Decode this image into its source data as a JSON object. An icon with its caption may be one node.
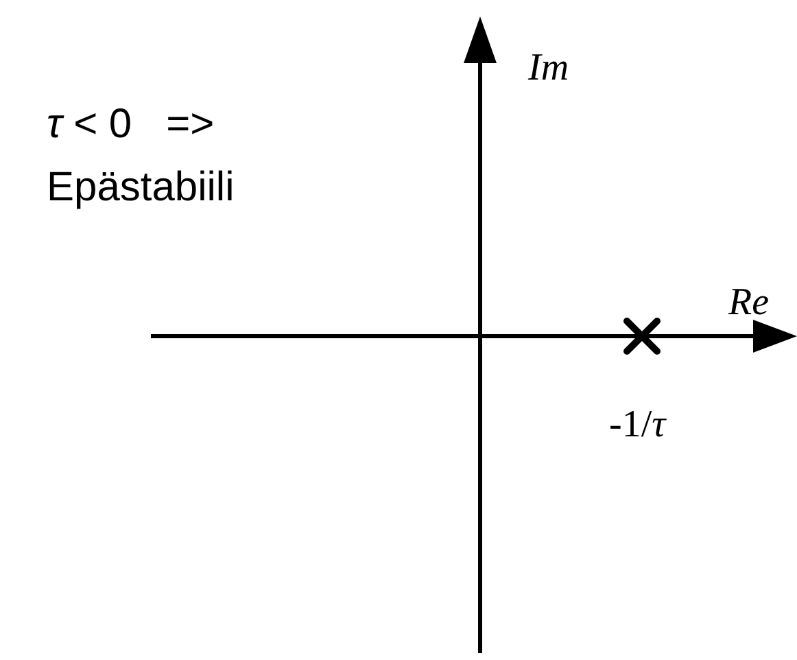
{
  "diagram": {
    "labels": [
      "Im",
      "*τ* < 0   =>",
      "Epästabiili",
      "Re",
      "-1/*τ*"
    ]
  }
}
